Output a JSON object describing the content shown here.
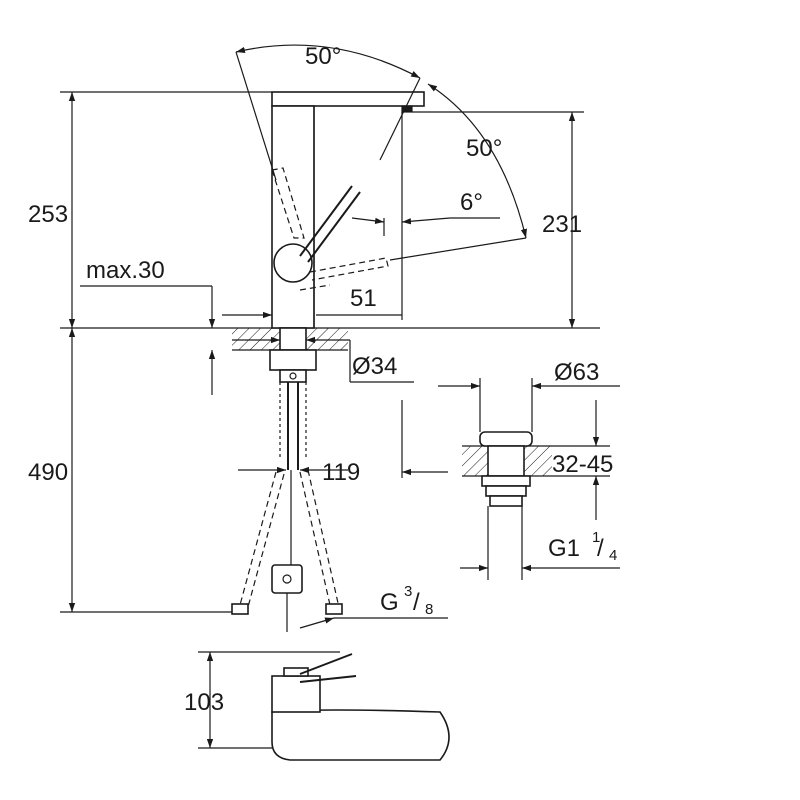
{
  "labels": {
    "angle_top": "50°",
    "angle_right": "50°",
    "angle_small": "6°",
    "height_total": "253",
    "height_spout": "231",
    "max_thickness": "max.30",
    "spout_reach": "51",
    "hole_diameter": "Ø34",
    "below_length": "490",
    "hose_spacing": "119",
    "waste_diameter": "Ø63",
    "counter_range": "32-45",
    "waste_thread_main": "G1",
    "waste_thread_num": "1",
    "waste_thread_den": "4",
    "hose_thread_main": "G",
    "hose_thread_num": "3",
    "hose_thread_den": "8",
    "top_view_height": "103"
  }
}
